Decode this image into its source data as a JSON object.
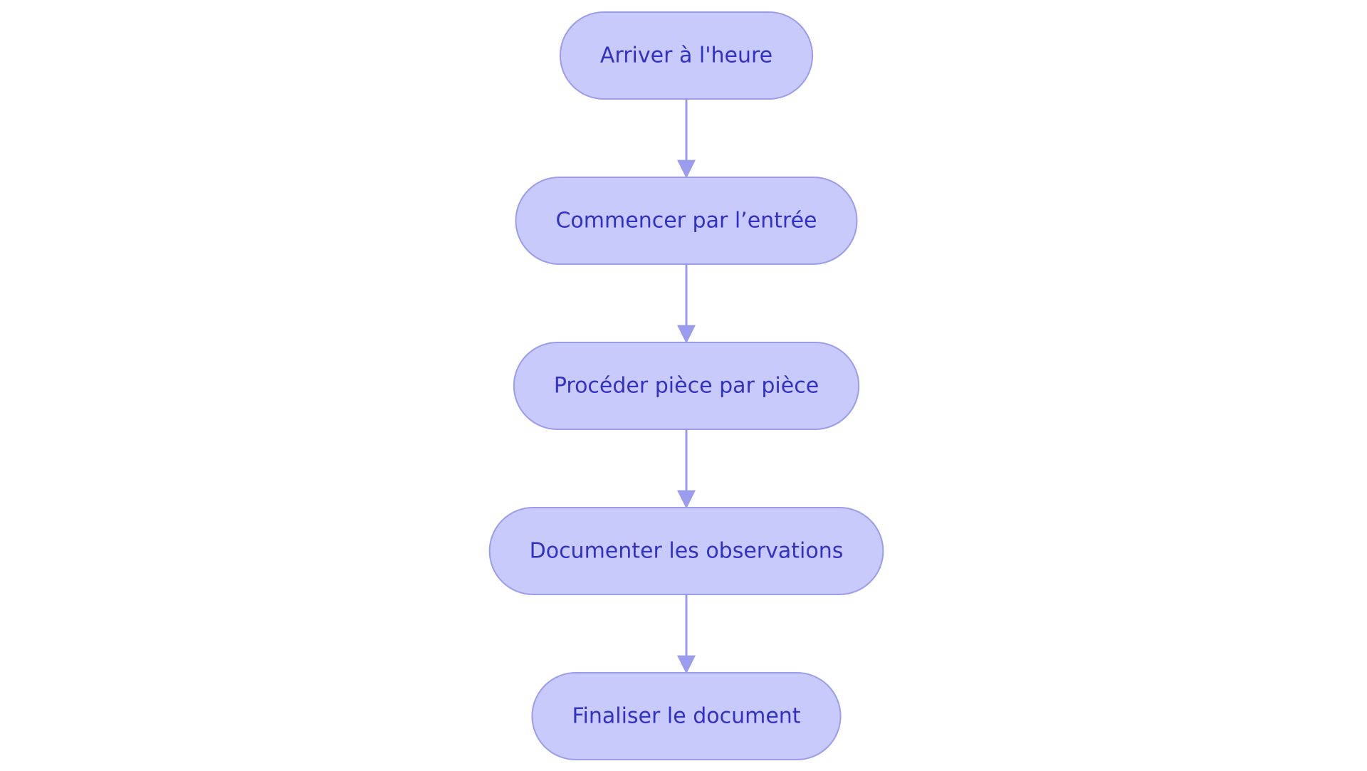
{
  "diagram": {
    "type": "flowchart",
    "direction": "top-to-bottom",
    "colors": {
      "node_fill": "#c9cafc",
      "node_stroke": "#9a9ded",
      "text": "#3131c6",
      "edge": "#9a9ded",
      "background": "#ffffff"
    },
    "nodes": [
      {
        "id": "n1",
        "label": "Arriver à l'heure",
        "shape": "stadium"
      },
      {
        "id": "n2",
        "label": "Commencer par l’entrée",
        "shape": "stadium"
      },
      {
        "id": "n3",
        "label": "Procéder pièce par pièce",
        "shape": "stadium"
      },
      {
        "id": "n4",
        "label": "Documenter les observations",
        "shape": "stadium"
      },
      {
        "id": "n5",
        "label": "Finaliser le document",
        "shape": "stadium"
      }
    ],
    "edges": [
      {
        "from": "n1",
        "to": "n2"
      },
      {
        "from": "n2",
        "to": "n3"
      },
      {
        "from": "n3",
        "to": "n4"
      },
      {
        "from": "n4",
        "to": "n5"
      }
    ]
  }
}
